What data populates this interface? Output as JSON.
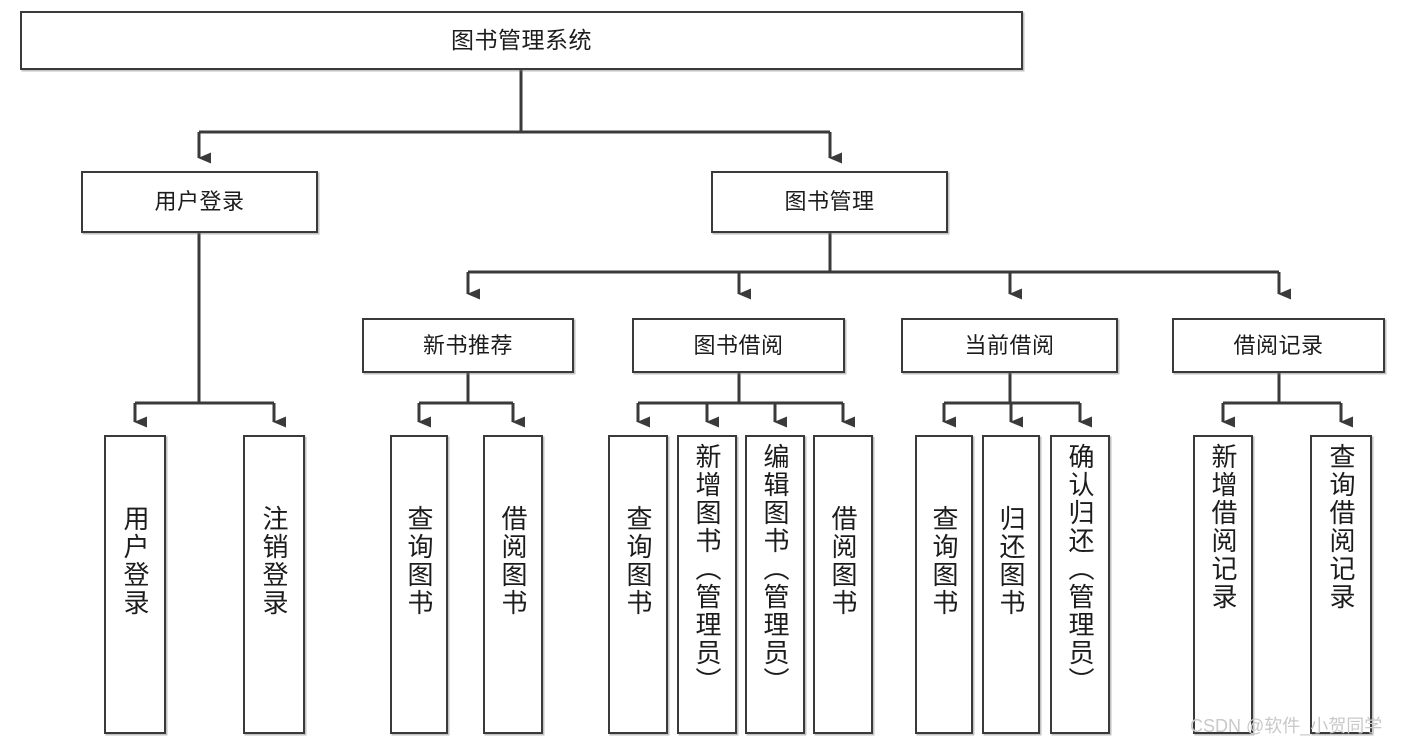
{
  "diagram": {
    "title": "图书管理系统",
    "type": "tree-hierarchy-diagram",
    "colors": {
      "box_border": "#3a3a3a",
      "box_fill": "#ffffff",
      "connector": "#3a3a3a",
      "text": "#1c1c1c",
      "watermark": "#c9c9c9",
      "background": "#ffffff"
    },
    "root": {
      "label": "图书管理系统"
    },
    "level2": [
      {
        "id": "user-login",
        "label": "用户登录"
      },
      {
        "id": "book-management",
        "label": "图书管理"
      }
    ],
    "level3": [
      {
        "id": "new-book-recommend",
        "label": "新书推荐"
      },
      {
        "id": "book-borrow",
        "label": "图书借阅"
      },
      {
        "id": "current-borrow",
        "label": "当前借阅"
      },
      {
        "id": "borrow-record",
        "label": "借阅记录"
      }
    ],
    "leaves": {
      "user_login": [
        {
          "id": "leaf-user-login",
          "label": "用户登录"
        },
        {
          "id": "leaf-logout-login",
          "label": "注销登录"
        }
      ],
      "new_book_recommend": [
        {
          "id": "leaf-query-book-1",
          "label": "查询图书"
        },
        {
          "id": "leaf-borrow-book-1",
          "label": "借阅图书"
        }
      ],
      "book_borrow": [
        {
          "id": "leaf-query-book-2",
          "label": "查询图书"
        },
        {
          "id": "leaf-add-book",
          "label": "新增图书（管理员）"
        },
        {
          "id": "leaf-edit-book",
          "label": "编辑图书（管理员）"
        },
        {
          "id": "leaf-borrow-book-2",
          "label": "借阅图书"
        }
      ],
      "current_borrow": [
        {
          "id": "leaf-query-book-3",
          "label": "查询图书"
        },
        {
          "id": "leaf-return-book",
          "label": "归还图书"
        },
        {
          "id": "leaf-confirm-return",
          "label": "确认归还（管理员）"
        }
      ],
      "borrow_record": [
        {
          "id": "leaf-add-borrow-record",
          "label": "新增借阅记录"
        },
        {
          "id": "leaf-query-borrow-record",
          "label": "查询借阅记录"
        }
      ]
    }
  },
  "watermark": {
    "text": "CSDN @软件_小贺同学"
  }
}
